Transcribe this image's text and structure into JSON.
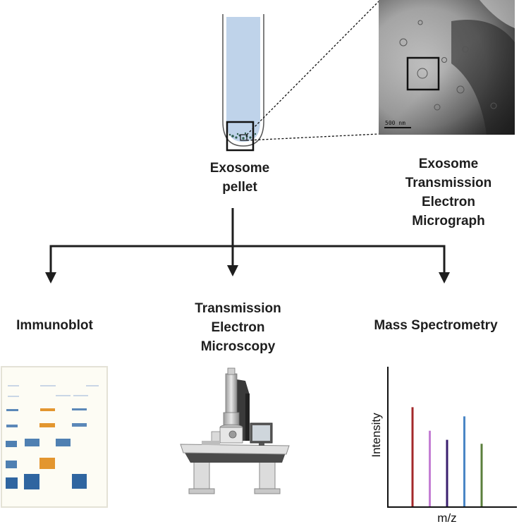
{
  "labels": {
    "pellet_line1": "Exosome",
    "pellet_line2": "pellet",
    "tem_line1": "Exosome",
    "tem_line2": "Transmission",
    "tem_line3": "Electron",
    "tem_line4": "Micrograph",
    "immunoblot": "Immunoblot",
    "microscopy_line1": "Transmission",
    "microscopy_line2": "Electron",
    "microscopy_line3": "Microscopy",
    "mass_spec": "Mass Spectrometry"
  },
  "micrograph": {
    "scale_bar_label": "500 nm"
  },
  "mass_spectrum": {
    "xlabel": "m/z",
    "ylabel": "Intensity",
    "peaks": [
      {
        "relative_intensity": 0.76,
        "color": "#a3282a"
      },
      {
        "relative_intensity": 0.58,
        "color": "#c47ed4"
      },
      {
        "relative_intensity": 0.51,
        "color": "#3a1f6e"
      },
      {
        "relative_intensity": 0.69,
        "color": "#4a86c5"
      },
      {
        "relative_intensity": 0.48,
        "color": "#5b7f3c"
      }
    ]
  },
  "colors": {
    "arrow": "#1e1e1e",
    "tube_fluid": "#bfd3ea",
    "blot_blue": "#3e74a8",
    "blot_orange": "#e3962f",
    "blot_background": "#fdfcf4"
  }
}
